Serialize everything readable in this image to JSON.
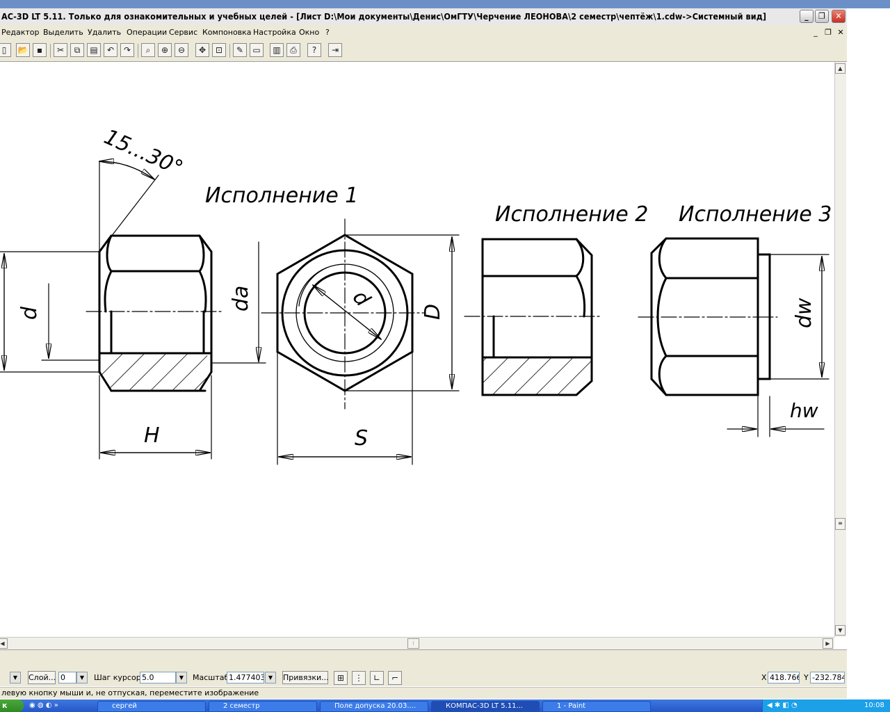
{
  "window": {
    "title": "АС-3D LT 5.11. Только для ознакомительных и учебных целей - [Лист D:\\Мои документы\\Денис\\ОмГТУ\\Черчение ЛЕОНОВА\\2 семестр\\чептёж\\1.cdw->Системный вид]",
    "minimize": "_",
    "maximize": "❐",
    "close": "✕"
  },
  "menu": {
    "items": [
      "Редактор",
      "Выделить",
      "Удалить",
      "Операции",
      "Сервис",
      "Компоновка",
      "Настройка",
      "Окно",
      "?"
    ]
  },
  "toolbar": {
    "icons": [
      "new-icon",
      "open-icon",
      "save-icon",
      "cut-icon",
      "copy-icon",
      "paste-icon",
      "undo-icon",
      "redo-icon",
      "zoom-window-icon",
      "zoom-in-icon",
      "zoom-out-icon",
      "pan-icon",
      "zoom-all-icon",
      "edit-icon",
      "layout-icon",
      "print-preview-icon",
      "print-icon",
      "help-icon",
      "exit-icon"
    ]
  },
  "drawing": {
    "labels": {
      "angle": "15...30°",
      "ispolnenie1": "Исполнение 1",
      "ispolnenie2": "Исполнение 2",
      "ispolnenie3": "Исполнение 3",
      "d_left": "d",
      "da": "da",
      "d_circle": "d",
      "D": "D",
      "H": "H",
      "S": "S",
      "dw": "dw",
      "hw": "hw"
    }
  },
  "properties": {
    "layer_label": "Слой...",
    "layer_value": "0",
    "cursor_step_label": "Шаг курсора",
    "cursor_step_value": "5.0",
    "scale_label": "Масштаб",
    "scale_value": "1.477403",
    "snap_label": "Привязки...",
    "x_label": "X",
    "x_value": "418.766",
    "y_label": "Y",
    "y_value": "-232.784"
  },
  "hint": "левую кнопку мыши и, не отпуская, переместите изображение",
  "taskbar": {
    "start": "к",
    "tasks": [
      "сергей",
      "2 семестр",
      "Поле допуска 20.03....",
      "КОМПАС-3D LT 5.11...",
      "1 - Paint"
    ],
    "clock": "10:08"
  },
  "colors": {
    "titlebar": "#e8e8e8",
    "chrome": "#ece9d8",
    "taskbar": "#2457c8",
    "close_button": "#c83020"
  }
}
